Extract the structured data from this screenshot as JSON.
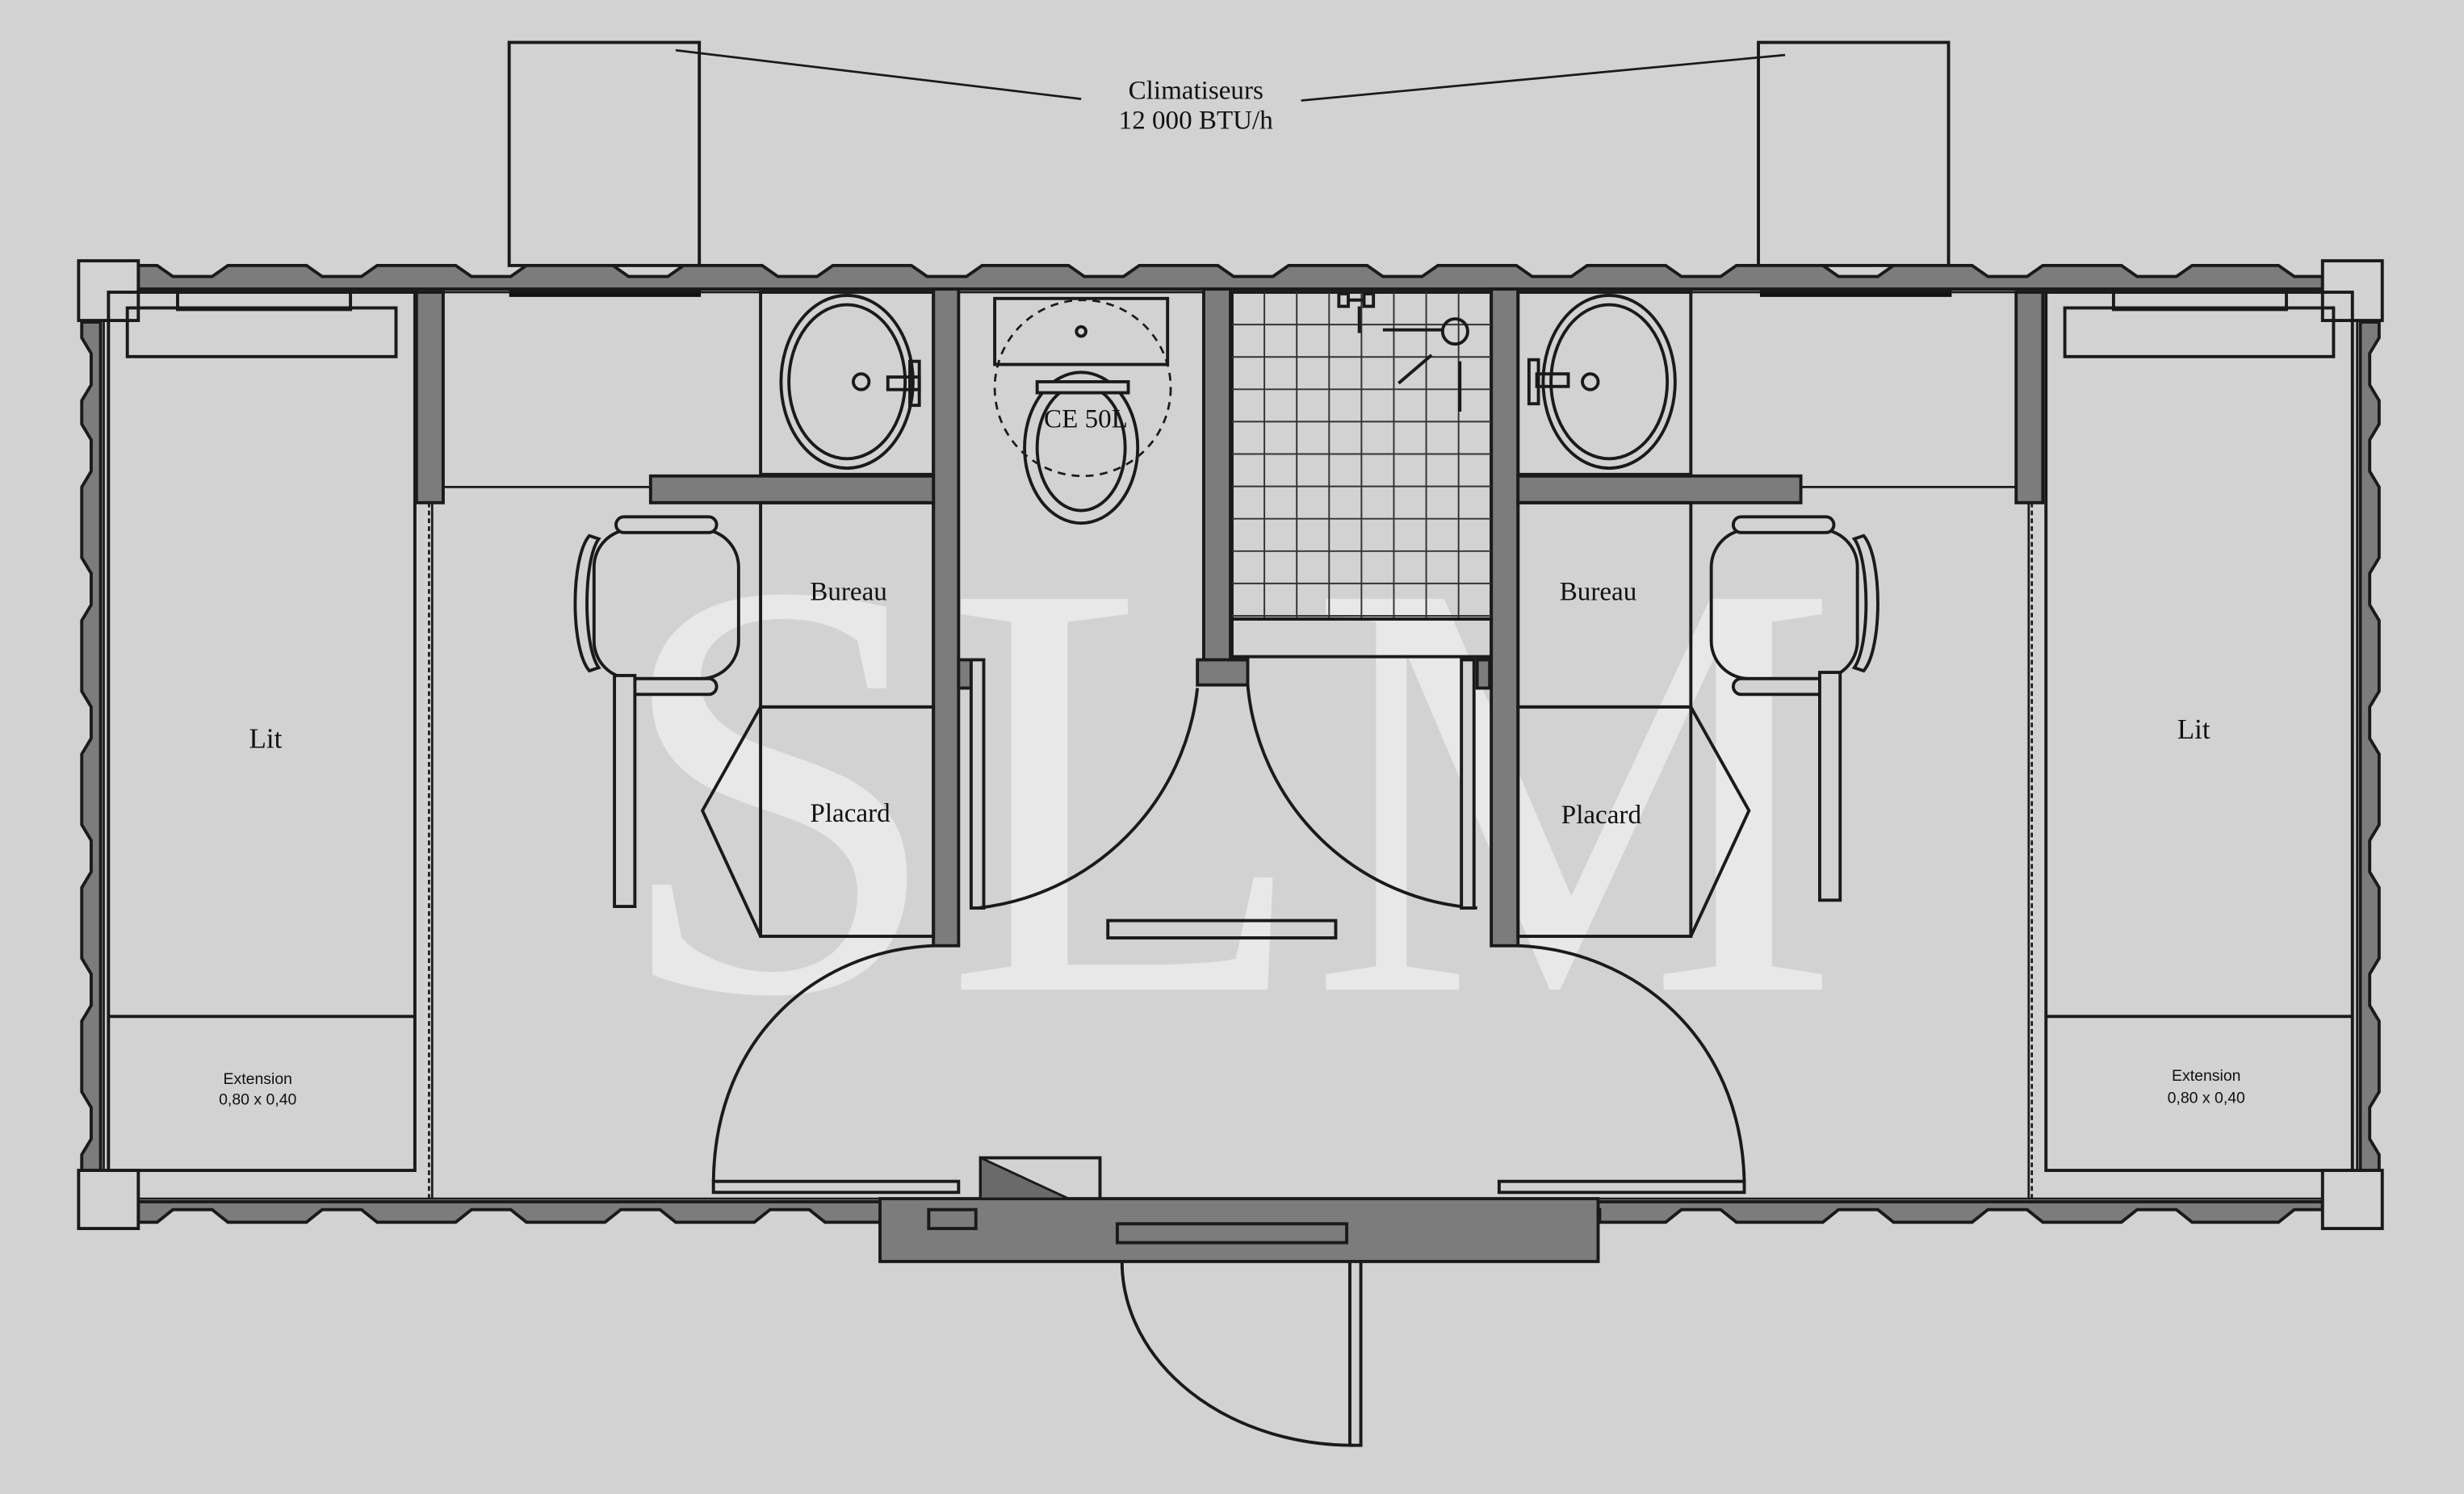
{
  "labels": {
    "ac_title": "Climatiseurs",
    "ac_spec": "12 000 BTU/h",
    "heater": "CE 50L",
    "bed_left": "Lit",
    "bed_right": "Lit",
    "desk_left": "Bureau",
    "desk_right": "Bureau",
    "closet_left": "Placard",
    "closet_right": "Placard",
    "ext_left_title": "Extension",
    "ext_left_dims": "0,80 x 0,40",
    "ext_right_title": "Extension",
    "ext_right_dims": "0,80 x 0,40",
    "watermark": "SLM"
  },
  "colors": {
    "background": "#d2d2d2",
    "walls": "#7c7c7c",
    "lines": "#1a1a1a",
    "watermark": "#ececec"
  }
}
